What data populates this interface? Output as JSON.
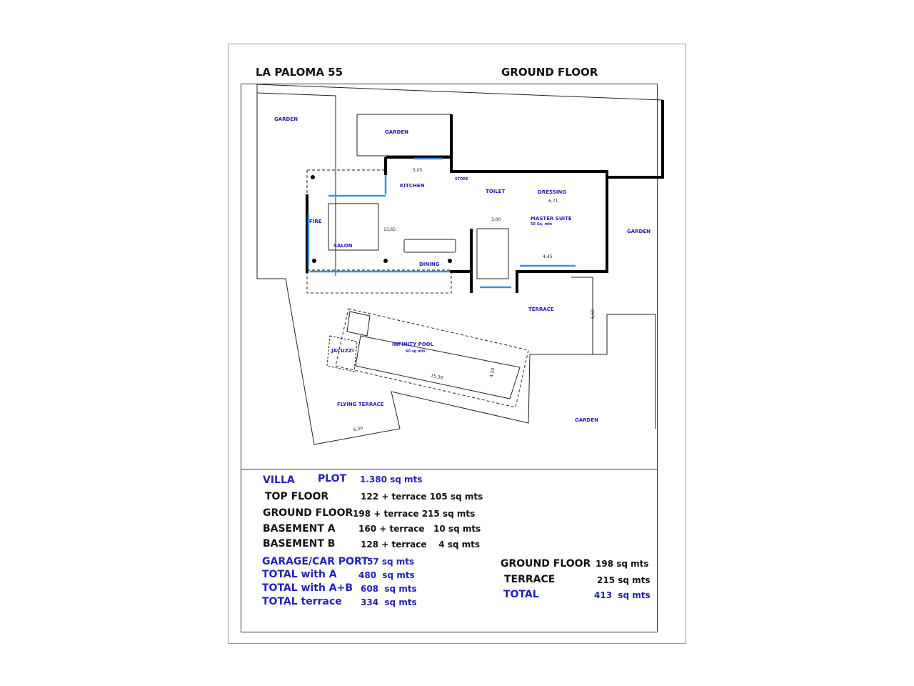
{
  "header": {
    "project": "LA  PALOMA  55",
    "floor": "GROUND FLOOR"
  },
  "rooms": {
    "garden_nw": "GARDEN",
    "garden_n": "GARDEN",
    "kitchen": "KITCHEN",
    "store": "STORE",
    "toilet": "TOILET",
    "dressing": "DRESSING",
    "master_suite": "MASTER SUITE",
    "master_suite_area": "50 Sq. mts",
    "fire": "FIRE",
    "salon": "SALON",
    "dining": "DINING",
    "garden_e": "GARDEN",
    "terrace": "TERRACE",
    "jacuzzi": "JACUZZI",
    "pool": "INFINITY POOL",
    "pool_area": "60 sq mts",
    "flying_terrace": "FLYING TERRACE",
    "garden_s": "GARDEN"
  },
  "dims": {
    "kitchen_w": "5,05",
    "dressing_w": "6,71",
    "hall_w": "3,00",
    "salon_len": "13,65",
    "suite_w": "4,45",
    "terrace_h": "6,60",
    "pool_len": "15,30",
    "pool_w": "4,20",
    "flying_w": "6,30"
  },
  "areas": {
    "villa": {
      "label1": "VILLA",
      "label2": "PLOT",
      "value": "1.380  sq mts"
    },
    "floors": [
      {
        "label": "TOP FLOOR",
        "value": "122 + terrace 105 sq mts"
      },
      {
        "label": "GROUND FLOOR",
        "value": "198 + terrace 215 sq mts"
      },
      {
        "label": "BASEMENT A",
        "value": "160 + terrace   10 sq mts"
      },
      {
        "label": "BASEMENT B",
        "value": "128 + terrace    4 sq mts"
      }
    ],
    "totals": [
      {
        "label": "GARAGE/CAR PORT",
        "value": "57 sq mts"
      },
      {
        "label": "TOTAL with A",
        "value": "480  sq mts"
      },
      {
        "label": "TOTAL with A+B",
        "value": "608  sq mts"
      },
      {
        "label": "TOTAL terrace",
        "value": "334  sq mts"
      }
    ],
    "ground_summary": [
      {
        "label": "GROUND FLOOR",
        "value": "198 sq mts"
      },
      {
        "label": "TERRACE",
        "value": "215 sq mts"
      },
      {
        "label": "TOTAL",
        "value": "413  sq mts"
      }
    ]
  },
  "colors": {
    "label_blue": "#2222b8",
    "window_blue": "#3b8fd6",
    "wall": "#000000"
  }
}
